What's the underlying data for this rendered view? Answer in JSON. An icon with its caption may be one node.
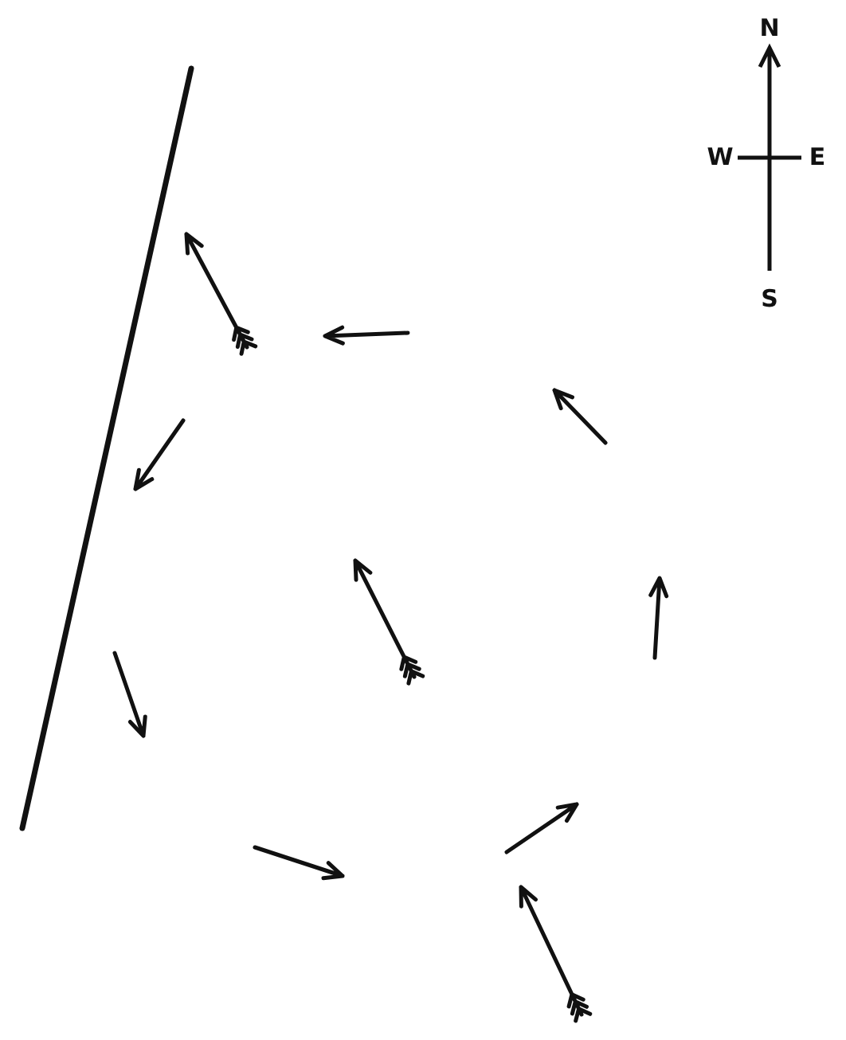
{
  "diagram": {
    "labels": [
      "N",
      "W",
      "E",
      "S"
    ]
  }
}
